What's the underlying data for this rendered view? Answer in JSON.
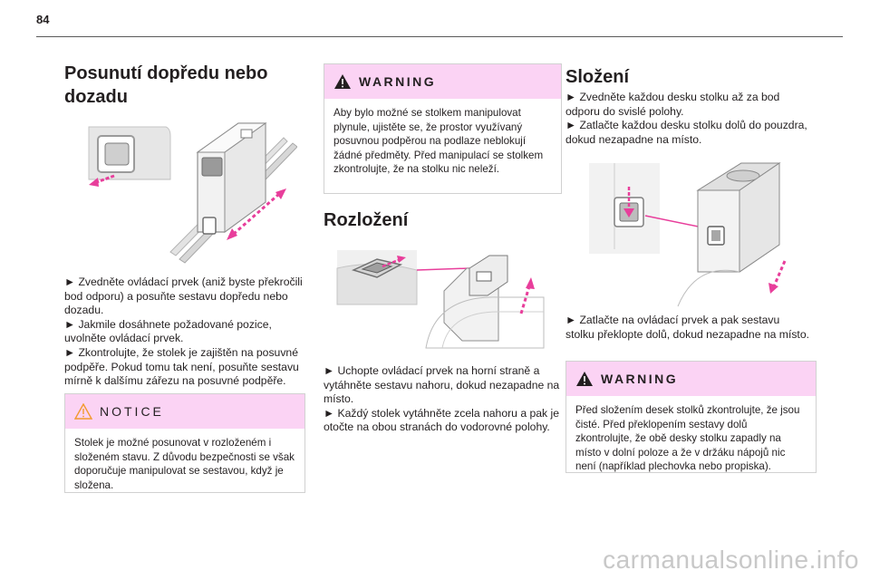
{
  "page": {
    "number": "84"
  },
  "col1": {
    "title": "Posunutí dopředu nebo dozadu",
    "paragraphs": [
      "► Zvedněte ovládací prvek (aniž byste překročili bod odporu) a posuňte sestavu dopředu nebo dozadu.",
      "► Jakmile dosáhnete požadované pozice, uvolněte ovládací prvek.",
      "► Zkontrolujte, že stolek je zajištěn na posuvné podpěře. Pokud tomu tak není, posuňte sestavu mírně k dalšímu zářezu na posuvné podpěře."
    ],
    "notice": {
      "title": "NOTICE",
      "icon": "warning-triangle-outline-icon",
      "text": "Stolek je možné posunovat v rozloženém i složeném stavu. Z důvodu bezpečnosti se však doporučuje manipulovat se sestavou, když je složena."
    }
  },
  "col2": {
    "warning": {
      "title": "WARNING",
      "icon": "warning-triangle-icon",
      "text": "Aby bylo možné se stolkem manipulovat plynule, ujistěte se, že prostor využívaný posuvnou podpěrou na podlaze neblokují žádné předměty. Před manipulací se stolkem zkontrolujte, že na stolku nic neleží."
    },
    "title": "Rozložení",
    "paragraphs": [
      "► Uchopte ovládací prvek na horní straně a vytáhněte sestavu nahoru, dokud nezapadne na místo.",
      "► Každý stolek vytáhněte zcela nahoru a pak je otočte na obou stranách do vodorovné polohy."
    ]
  },
  "col3": {
    "title": "Složení",
    "paragraphs_top": [
      "► Zvedněte každou desku stolku až za bod odporu do svislé polohy.",
      "► Zatlačte každou desku stolku dolů do pouzdra, dokud nezapadne na místo."
    ],
    "paragraphs_bottom": [
      "► Zatlačte na ovládací prvek a pak sestavu stolku překlopte dolů, dokud nezapadne na místo."
    ],
    "warning": {
      "title": "WARNING",
      "icon": "warning-triangle-icon",
      "text": "Před složením desek stolků zkontrolujte, že jsou čisté. Před překlopením sestavy dolů zkontrolujte, že obě desky stolku zapadly na místo v dolní poloze a že v držáku nápojů nic není (například plechovka nebo propiska)."
    }
  },
  "colors": {
    "accent": "#e83e9b",
    "box_header": "#fbd3f4",
    "notice_icon": "#f29a2e"
  },
  "watermark": "carmanualsonline.info"
}
